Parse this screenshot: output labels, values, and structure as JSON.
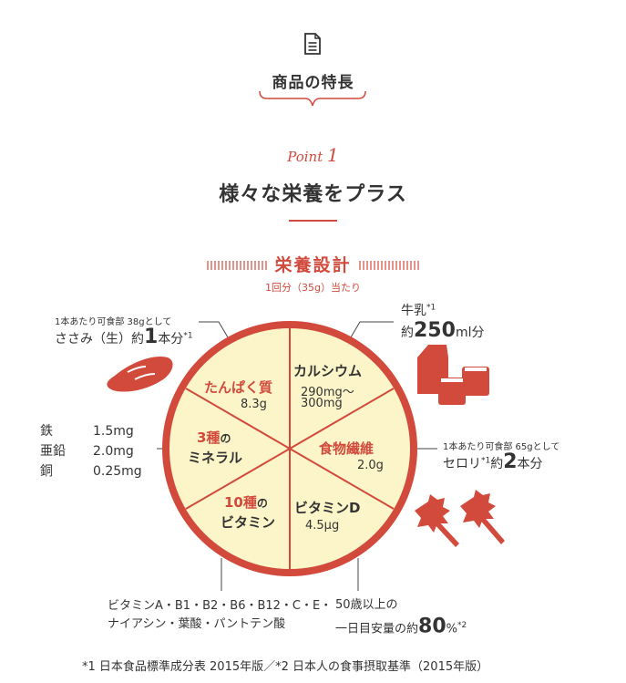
{
  "header": {
    "section_title": "商品の特長",
    "point_label": "Point",
    "point_number": "1",
    "headline": "様々な栄養をプラス"
  },
  "design": {
    "title": "栄養設計",
    "per_serving": "1回分（35g）当たり"
  },
  "segments": [
    {
      "title": "たんぱく質",
      "value": "8.3g",
      "accent": true
    },
    {
      "title": "カルシウム",
      "value_line1": "290mg〜",
      "value_line2": "300mg",
      "accent": false
    },
    {
      "title": "食物繊維",
      "value": "2.0g",
      "accent": true
    },
    {
      "title": "ビタミンD",
      "value": "4.5μg",
      "accent": false
    },
    {
      "title_num": "10種",
      "title_suffix": "の",
      "title_line2": "ビタミン",
      "accent": true
    },
    {
      "title_num": "3種",
      "title_suffix": "の",
      "title_line2": "ミネラル",
      "accent": true
    }
  ],
  "callouts": {
    "sasami": {
      "note": "1本あたり可食部 38gとして",
      "text_prefix": "ささみ（生）約",
      "amount": "1",
      "unit": "本分",
      "ref": "*1"
    },
    "milk": {
      "label": "牛乳",
      "ref": "*1",
      "prefix": "約",
      "amount": "250",
      "unit": "ml分"
    },
    "celery": {
      "note": "1本あたり可食部 65gとして",
      "label": "セロリ",
      "ref": "*1",
      "prefix": "約",
      "amount": "2",
      "unit": "本分"
    },
    "minerals": [
      {
        "name": "鉄",
        "value": "1.5mg"
      },
      {
        "name": "亜鉛",
        "value": "2.0mg"
      },
      {
        "name": "銅",
        "value": "0.25mg"
      }
    ],
    "vitamins": {
      "line1": "ビタミンA・B1・B2・B6・B12・C・E・",
      "line2": "ナイアシン・葉酸・パントテン酸"
    },
    "adult": {
      "line1": "50歳以上の",
      "line2_prefix": "一日目安量の約",
      "percent": "80",
      "unit": "%",
      "ref": "*2"
    }
  },
  "footnote": "*1 日本食品標準成分表 2015年版／*2 日本人の食事摂取基準（2015年版）",
  "colors": {
    "accent": "#d24a3c",
    "wheel_fill": "#fbf5c9",
    "text": "#333333"
  }
}
